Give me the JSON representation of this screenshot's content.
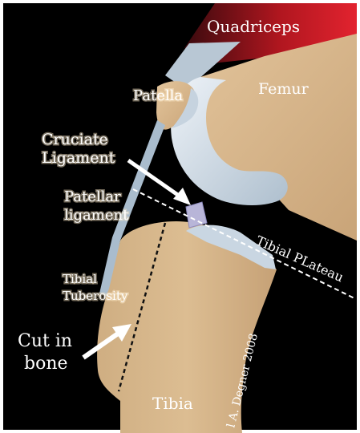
{
  "labels": {
    "quadriceps": "Quadriceps",
    "patella": "Patella",
    "femur": "Femur",
    "cruciate_line1": "Cruciate",
    "cruciate_line2": "Ligament",
    "patellar_line1": "Patellar",
    "patellar_line2": "ligament",
    "tibial_plateau": "Tibial PLateau",
    "tibial_line1": "Tibial",
    "tibial_line2": "Tuberosity",
    "cut_line1": "Cut in",
    "cut_line2": "bone",
    "tibia": "Tibia",
    "copyright": "l A. Degner 2008"
  },
  "colors": {
    "background": "#000000",
    "bone": "#d9b98e",
    "cartilage": "#c9d6e2",
    "ligament": "#a9bccd",
    "muscle": "#d0202e",
    "label_text": "#ffffff",
    "dashed_line": "#ffffff",
    "cut_line": "#111111"
  }
}
